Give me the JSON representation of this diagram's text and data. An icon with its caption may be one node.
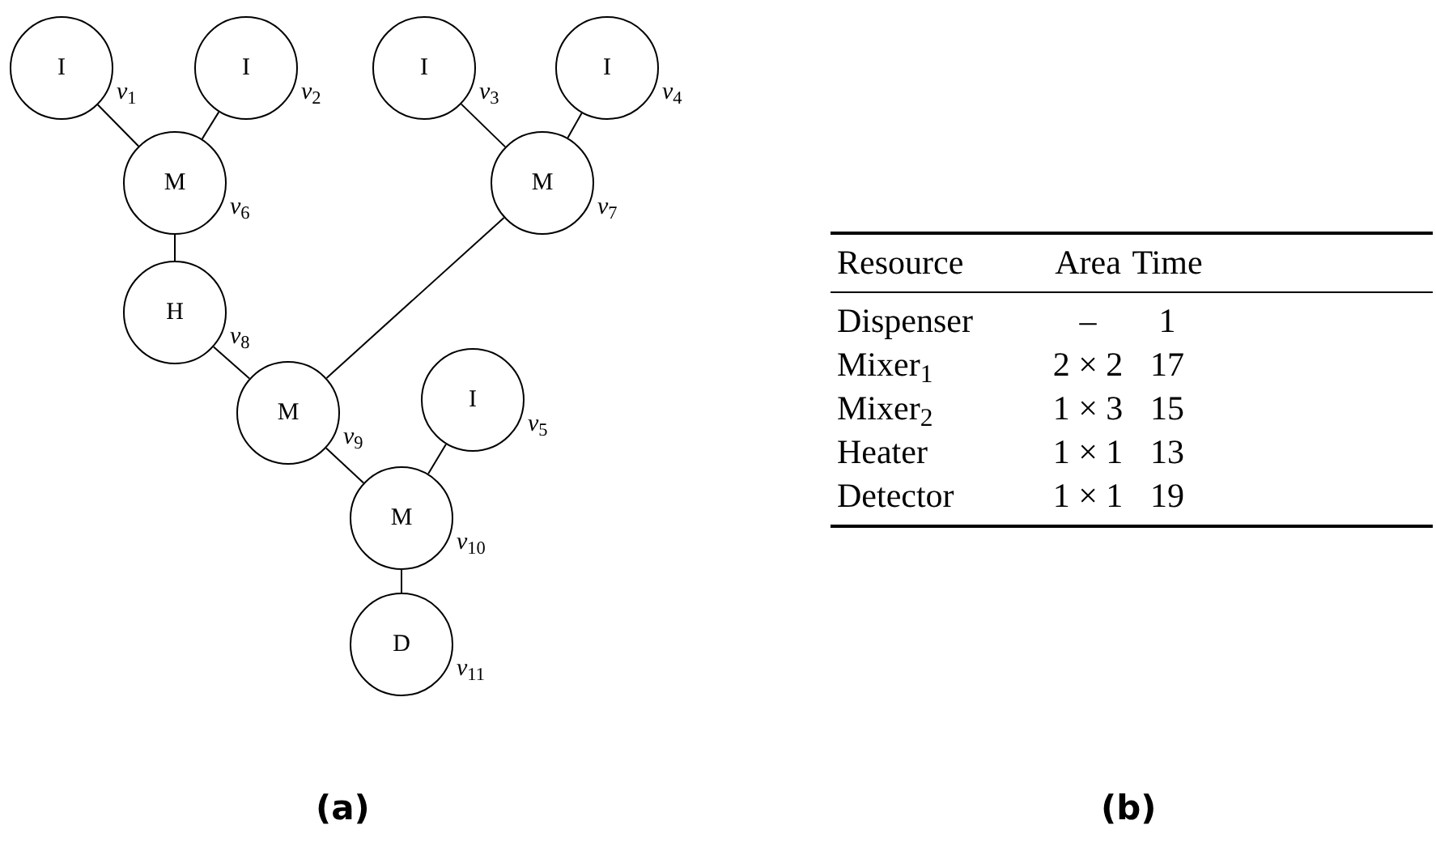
{
  "diagram": {
    "nodes": [
      {
        "text": [
          "I"
        ],
        "beside": [
          "*v*$_{1}$"
        ]
      },
      {
        "text": [
          "I"
        ],
        "beside": [
          "*v*$_{2}$"
        ]
      },
      {
        "text": [
          "I"
        ],
        "beside": [
          "*v*$_{3}$"
        ]
      },
      {
        "text": [
          "I"
        ],
        "beside": [
          "*v*$_{4}$"
        ]
      },
      {
        "text": [
          "M"
        ],
        "beside": [
          "*v*$_{6}$"
        ]
      },
      {
        "text": [
          "M"
        ],
        "beside": [
          "*v*$_{7}$"
        ]
      },
      {
        "text": [
          "H"
        ],
        "beside": [
          "*v*$_{8}$"
        ]
      },
      {
        "text": [
          "M"
        ],
        "beside": [
          "*v*$_{9}$"
        ]
      },
      {
        "text": [
          "I"
        ],
        "beside": [
          "*v*$_{5}$"
        ]
      },
      {
        "text": [
          "M"
        ],
        "beside": [
          "*v*$_{10}$"
        ]
      },
      {
        "text": [
          "D"
        ],
        "beside": [
          "*v*$_{11}$"
        ]
      }
    ],
    "edges": [
      {
        "from": 0,
        "to": 4,
        "arrow": "none"
      },
      {
        "from": 1,
        "to": 4,
        "arrow": "none"
      },
      {
        "from": 4,
        "to": 6,
        "arrow": "none"
      },
      {
        "from": 2,
        "to": 5,
        "arrow": "none"
      },
      {
        "from": 3,
        "to": 5,
        "arrow": "none"
      },
      {
        "from": 6,
        "to": 7,
        "arrow": "none"
      },
      {
        "from": 5,
        "to": 7,
        "arrow": "none"
      },
      {
        "from": 7,
        "to": 9,
        "arrow": "none"
      },
      {
        "from": 8,
        "to": 9,
        "arrow": "none"
      },
      {
        "from": 9,
        "to": 10,
        "arrow": "none"
      }
    ],
    "labels": [
      "Resource",
      "Area",
      "Time",
      "Dispenser",
      "–",
      "1",
      "Mixer$_{1}$",
      "2 × 2",
      "17",
      "Mixer$_{2}$",
      "1 × 3",
      "15",
      "Heater",
      "1 × 1",
      "13",
      "Detector",
      "1 × 1",
      "19",
      "(a)",
      "(b)"
    ]
  }
}
